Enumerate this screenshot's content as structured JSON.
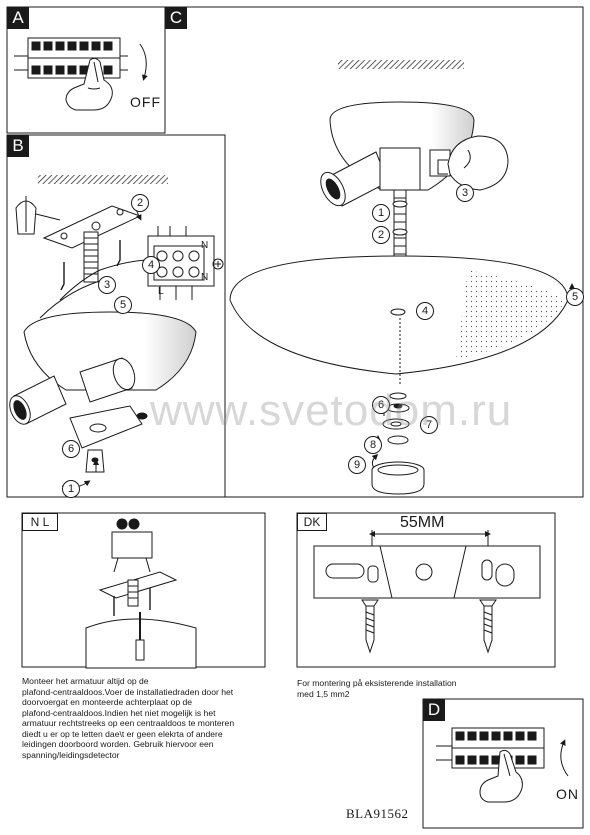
{
  "panels": {
    "a": {
      "letter": "A",
      "state": "OFF"
    },
    "b": {
      "letter": "B"
    },
    "c": {
      "letter": "C"
    },
    "d": {
      "letter": "D",
      "state": "ON"
    }
  },
  "nl": {
    "tag": "N L",
    "lines": [
      "Monteer het armatuur altijd op de",
      "plafond-centraaldoos.Voer de installatiedraden door het",
      "doorvoergat en monteerde achterplaat op de",
      "plafond-centraaldoos.Indien het niet mogelijk is het",
      "armatuur rechtstreeks op een centraaldoos te monteren",
      "diedt u er op te letten dae\\t er geen elekrta of andere",
      "leidingen doorboord worden. Gebruik hiervoor een",
      "spanning/leidingsdetector"
    ]
  },
  "dk": {
    "tag": "DK",
    "dimension": "55MM",
    "lines": [
      "For montering på eksisterende installation",
      "med 1,5 mm2"
    ]
  },
  "terminal_labels": {
    "n1": "N",
    "n2": "N",
    "l": "L"
  },
  "callouts": {
    "b": [
      "2",
      "4",
      "3",
      "5",
      "6",
      "1"
    ],
    "c": [
      "1",
      "2",
      "3",
      "4",
      "5",
      "6",
      "7",
      "8",
      "9"
    ]
  },
  "watermark": "www.svetodom.ru",
  "model_code": "BLA91562"
}
